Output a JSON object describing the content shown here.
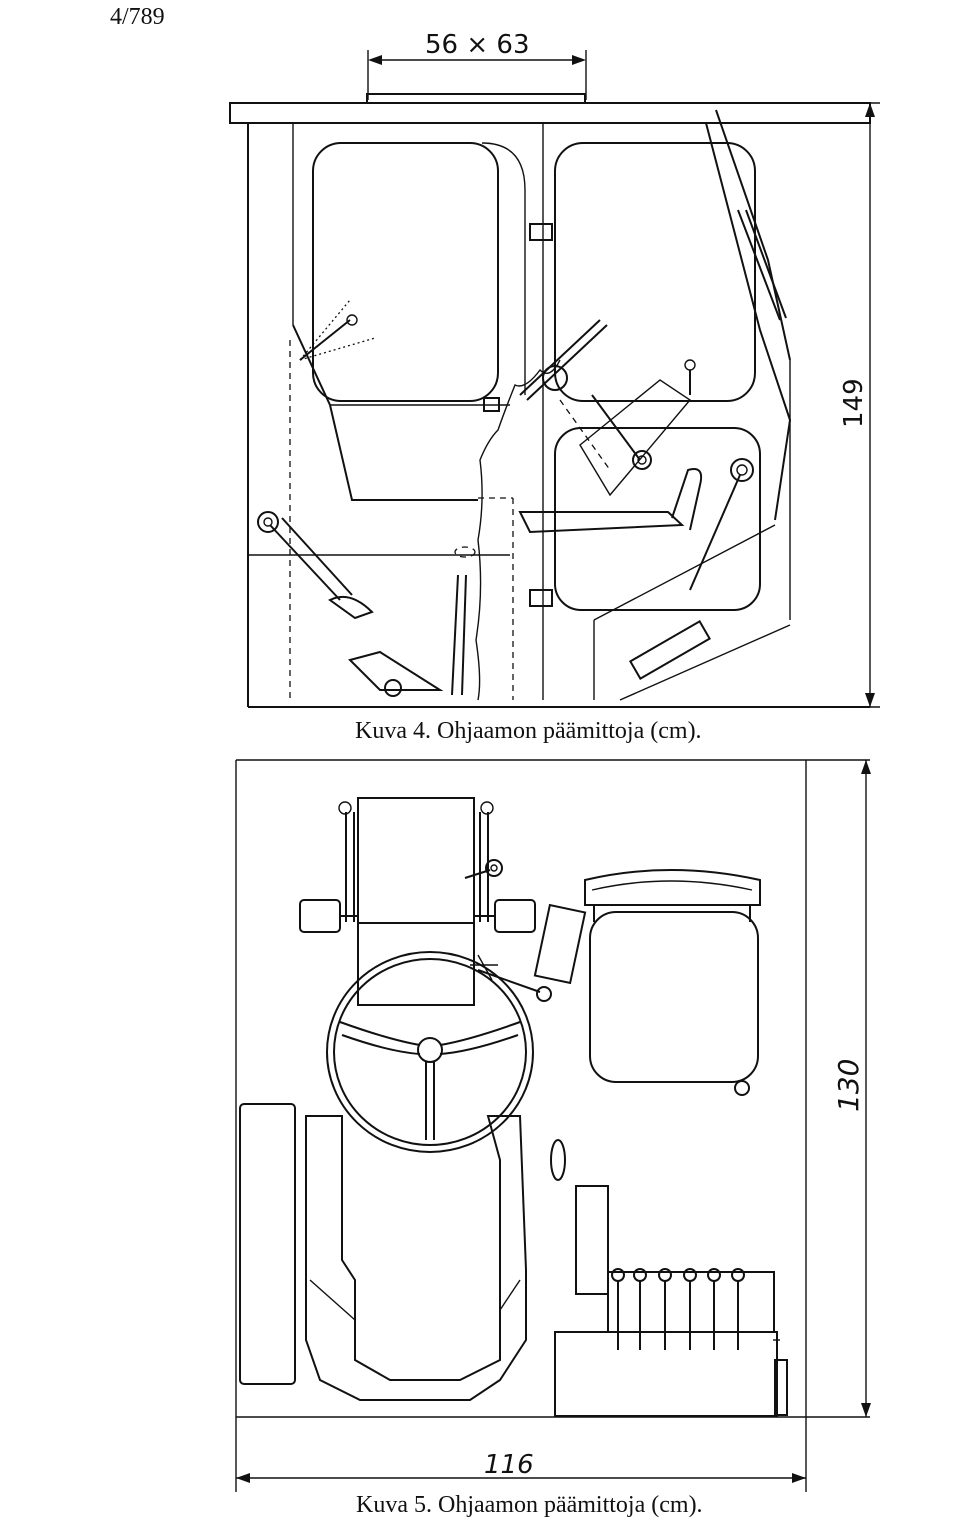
{
  "page_number": "4/789",
  "figure4": {
    "roof_opening_dimension": "56 × 63",
    "height_dimension": "149",
    "caption": "Kuva 4.  Ohjaamon päämittoja (cm)."
  },
  "figure5": {
    "width_dimension": "116",
    "height_dimension": "130",
    "caption": "Kuva 5.  Ohjaamon päämittoja (cm)."
  }
}
